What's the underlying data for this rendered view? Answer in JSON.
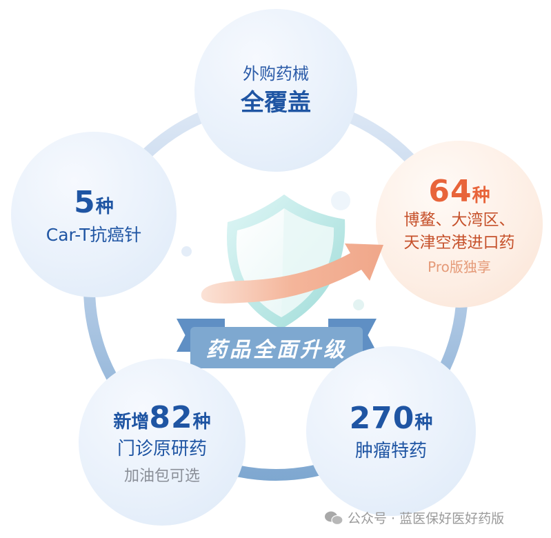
{
  "bubbles": {
    "top": {
      "line1": "外购药械",
      "line2": "全覆盖"
    },
    "left": {
      "number": "5",
      "unit": "种",
      "line2": "Car-T抗癌针"
    },
    "right": {
      "number": "64",
      "unit": "种",
      "line2": "博鳌、大湾区、",
      "line3": "天津空港进口药",
      "note": "Pro版独享"
    },
    "bottom_left": {
      "prefix": "新增",
      "number": "82",
      "unit": "种",
      "line2": "门诊原研药",
      "note": "加油包可选"
    },
    "bottom_right": {
      "number": "270",
      "unit": "种",
      "line2": "肿瘤特药"
    }
  },
  "center": {
    "banner_text": "药品全面升级",
    "icon": "shield-icon",
    "arrow": "arrow-up-right-icon"
  },
  "watermark": {
    "icon": "wechat-icon",
    "text": "公众号 · 蓝医保好医好药版"
  },
  "colors": {
    "blue_text": "#1f55a3",
    "orange_text": "#c6512b",
    "orange_number": "#e8643a",
    "ring": "#7ea7d0",
    "banner": "#7ea8d0"
  }
}
